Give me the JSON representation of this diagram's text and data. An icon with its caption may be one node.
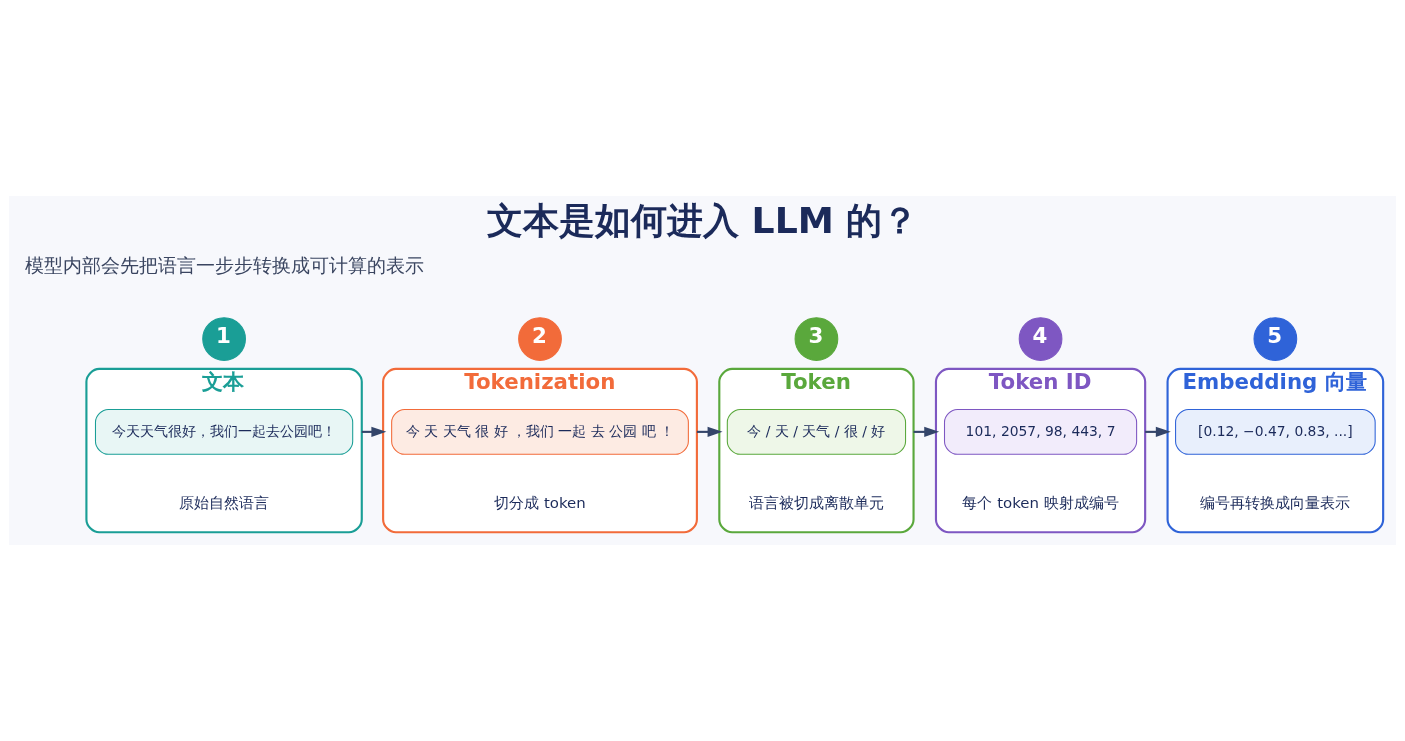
{
  "diagram": {
    "title": "文本是如何进入 LLM 的？",
    "nodes": [
      {
        "text": [
          "1"
        ]
      },
      {
        "text": [
          "文本",
          "原始自然语言"
        ]
      },
      {
        "text": [
          "今天天气很好，我们一起去公园吧！"
        ],
        "in": 1
      },
      {
        "text": [
          "2"
        ]
      },
      {
        "text": [
          "Tokenization",
          "切分成 token"
        ]
      },
      {
        "text": [
          "今 天 天气 很 好 ，我们 一起 去 公园 吧 ！"
        ],
        "in": 4
      },
      {
        "text": [
          "3"
        ]
      },
      {
        "text": [
          "Token",
          "语言被切成离散单元"
        ]
      },
      {
        "text": [
          "今 / 天 / 天气 / 很 / 好"
        ],
        "in": 7
      },
      {
        "text": [
          "4"
        ]
      },
      {
        "text": [
          "Token ID",
          "每个 token 映射成编号"
        ]
      },
      {
        "text": [
          "101, 2057, 98, 443, 7"
        ],
        "in": 10
      },
      {
        "text": [
          "5"
        ]
      },
      {
        "text": [
          "Embedding 向量",
          "编号再转换成向量表示"
        ]
      },
      {
        "text": [
          "[0.12, −0.47, 0.83, ...]"
        ],
        "in": 13
      }
    ],
    "edges": [
      {
        "from": 1,
        "to": 4,
        "arrow": "to"
      },
      {
        "from": 4,
        "to": 7,
        "arrow": "to"
      },
      {
        "from": 7,
        "to": 10,
        "arrow": "to"
      },
      {
        "from": 10,
        "to": 13,
        "arrow": "to"
      }
    ],
    "labels": [
      "模型内部会先把语言一步步转换成可计算的表示"
    ]
  }
}
